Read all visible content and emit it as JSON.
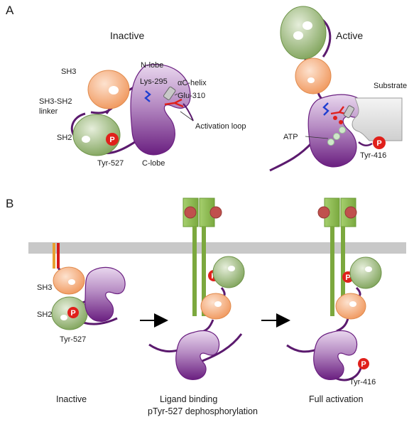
{
  "panel_a": {
    "letter": "A",
    "inactive": {
      "title": "Inactive",
      "sh3": "SH3",
      "linker_line1": "SH3-SH2",
      "linker_line2": "linker",
      "sh2": "SH2",
      "n_lobe": "N-lobe",
      "lys": "Lys-295",
      "ac_helix": "αC-helix",
      "glu": "Glu-310",
      "activation_loop": "Activation loop",
      "tyr527": "Tyr-527",
      "c_lobe": "C-lobe",
      "phospho": "P"
    },
    "active": {
      "title": "Active",
      "substrate": "Substrate",
      "atp": "ATP",
      "tyr416": "Tyr-416",
      "phospho": "P"
    }
  },
  "panel_b": {
    "letter": "B",
    "inactive": {
      "sh3": "SH3",
      "sh2": "SH2",
      "tyr527": "Tyr-527",
      "phospho": "P",
      "caption": "Inactive"
    },
    "middle": {
      "phospho": "P",
      "caption_line1": "Ligand binding",
      "caption_line2": "pTyr-527 dephosphorylation"
    },
    "right": {
      "phospho_receptor": "P",
      "phospho_kinase": "P",
      "tyr416": "Tyr-416",
      "caption": "Full activation"
    }
  },
  "colors": {
    "kinase_purple": "#7b2a8c",
    "linker_purple": "#5b1a6e",
    "sh3_orange": "#f2a36b",
    "sh2_green": "#8fb06a",
    "receptor_green": "#8cbf4a",
    "ligand_red": "#c0504d",
    "phospho_red": "#e0201b",
    "membrane_gray": "#c8c8c8"
  }
}
